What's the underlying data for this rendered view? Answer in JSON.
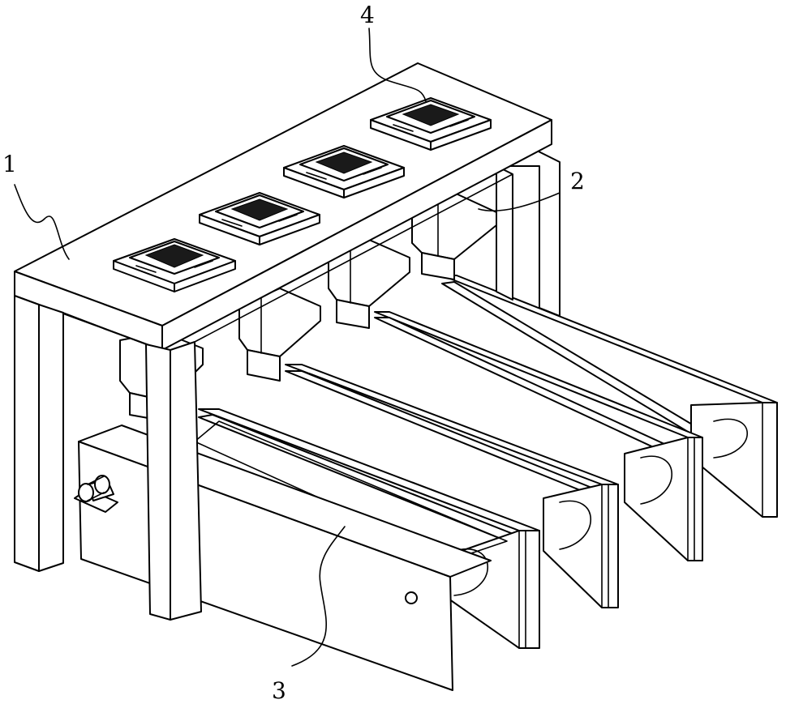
{
  "figure": {
    "callouts": [
      {
        "id": "frame",
        "label": "1"
      },
      {
        "id": "hopper",
        "label": "2"
      },
      {
        "id": "conveyor",
        "label": "3"
      },
      {
        "id": "sieve-tray",
        "label": "4"
      }
    ]
  }
}
